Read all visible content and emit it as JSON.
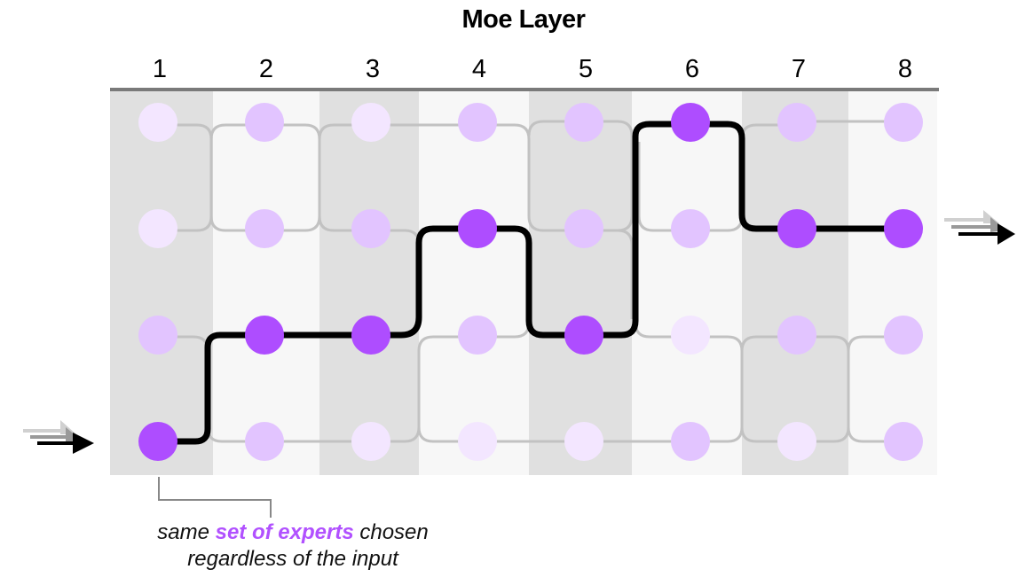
{
  "title": "Moe Layer",
  "columns": [
    "1",
    "2",
    "3",
    "4",
    "5",
    "6",
    "7",
    "8"
  ],
  "rows": 4,
  "colors": {
    "band_dark": "#e0e0e0",
    "band_light": "#f7f7f7",
    "axis": "#7a7a7a",
    "connector": "#c2c2c2",
    "path": "#000000",
    "node_selected": "#ae4dff",
    "node_medium": "#e2c4ff",
    "node_light": "#f3e6ff",
    "highlight_text": "#b151ff"
  },
  "nodes": [
    [
      "light",
      "light",
      "medium",
      "selected"
    ],
    [
      "medium",
      "medium",
      "selected",
      "medium"
    ],
    [
      "light",
      "medium",
      "selected",
      "light"
    ],
    [
      "medium",
      "selected",
      "medium",
      "light"
    ],
    [
      "medium",
      "medium",
      "selected",
      "light"
    ],
    [
      "selected",
      "medium",
      "light",
      "medium"
    ],
    [
      "medium",
      "selected",
      "medium",
      "light"
    ],
    [
      "medium",
      "selected",
      "medium",
      "medium"
    ]
  ],
  "selected_path": {
    "description": "layer -> expert row (1 = top)",
    "experts": [
      4,
      3,
      3,
      2,
      3,
      1,
      2,
      2
    ]
  },
  "input_arrow": "triple-arrow-input",
  "output_arrow": "triple-arrow-output",
  "caption": {
    "prefix": "same ",
    "highlight": "set of experts",
    "suffix": " chosen",
    "line2": "regardless of the input"
  }
}
